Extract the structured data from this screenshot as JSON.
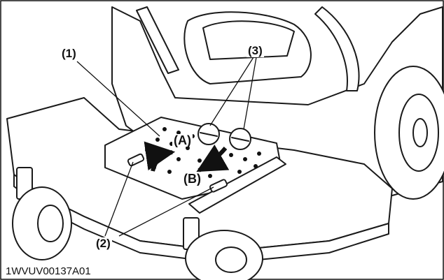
{
  "figure": {
    "labels": {
      "part_1": "(1)",
      "part_2": "(2)",
      "part_3": "(3)",
      "dir_a": "(A)",
      "dir_b": "(B)"
    },
    "figure_code": "1WVUV00137A01",
    "colors": {
      "line": "#1a1a1a",
      "background": "#ffffff"
    }
  }
}
